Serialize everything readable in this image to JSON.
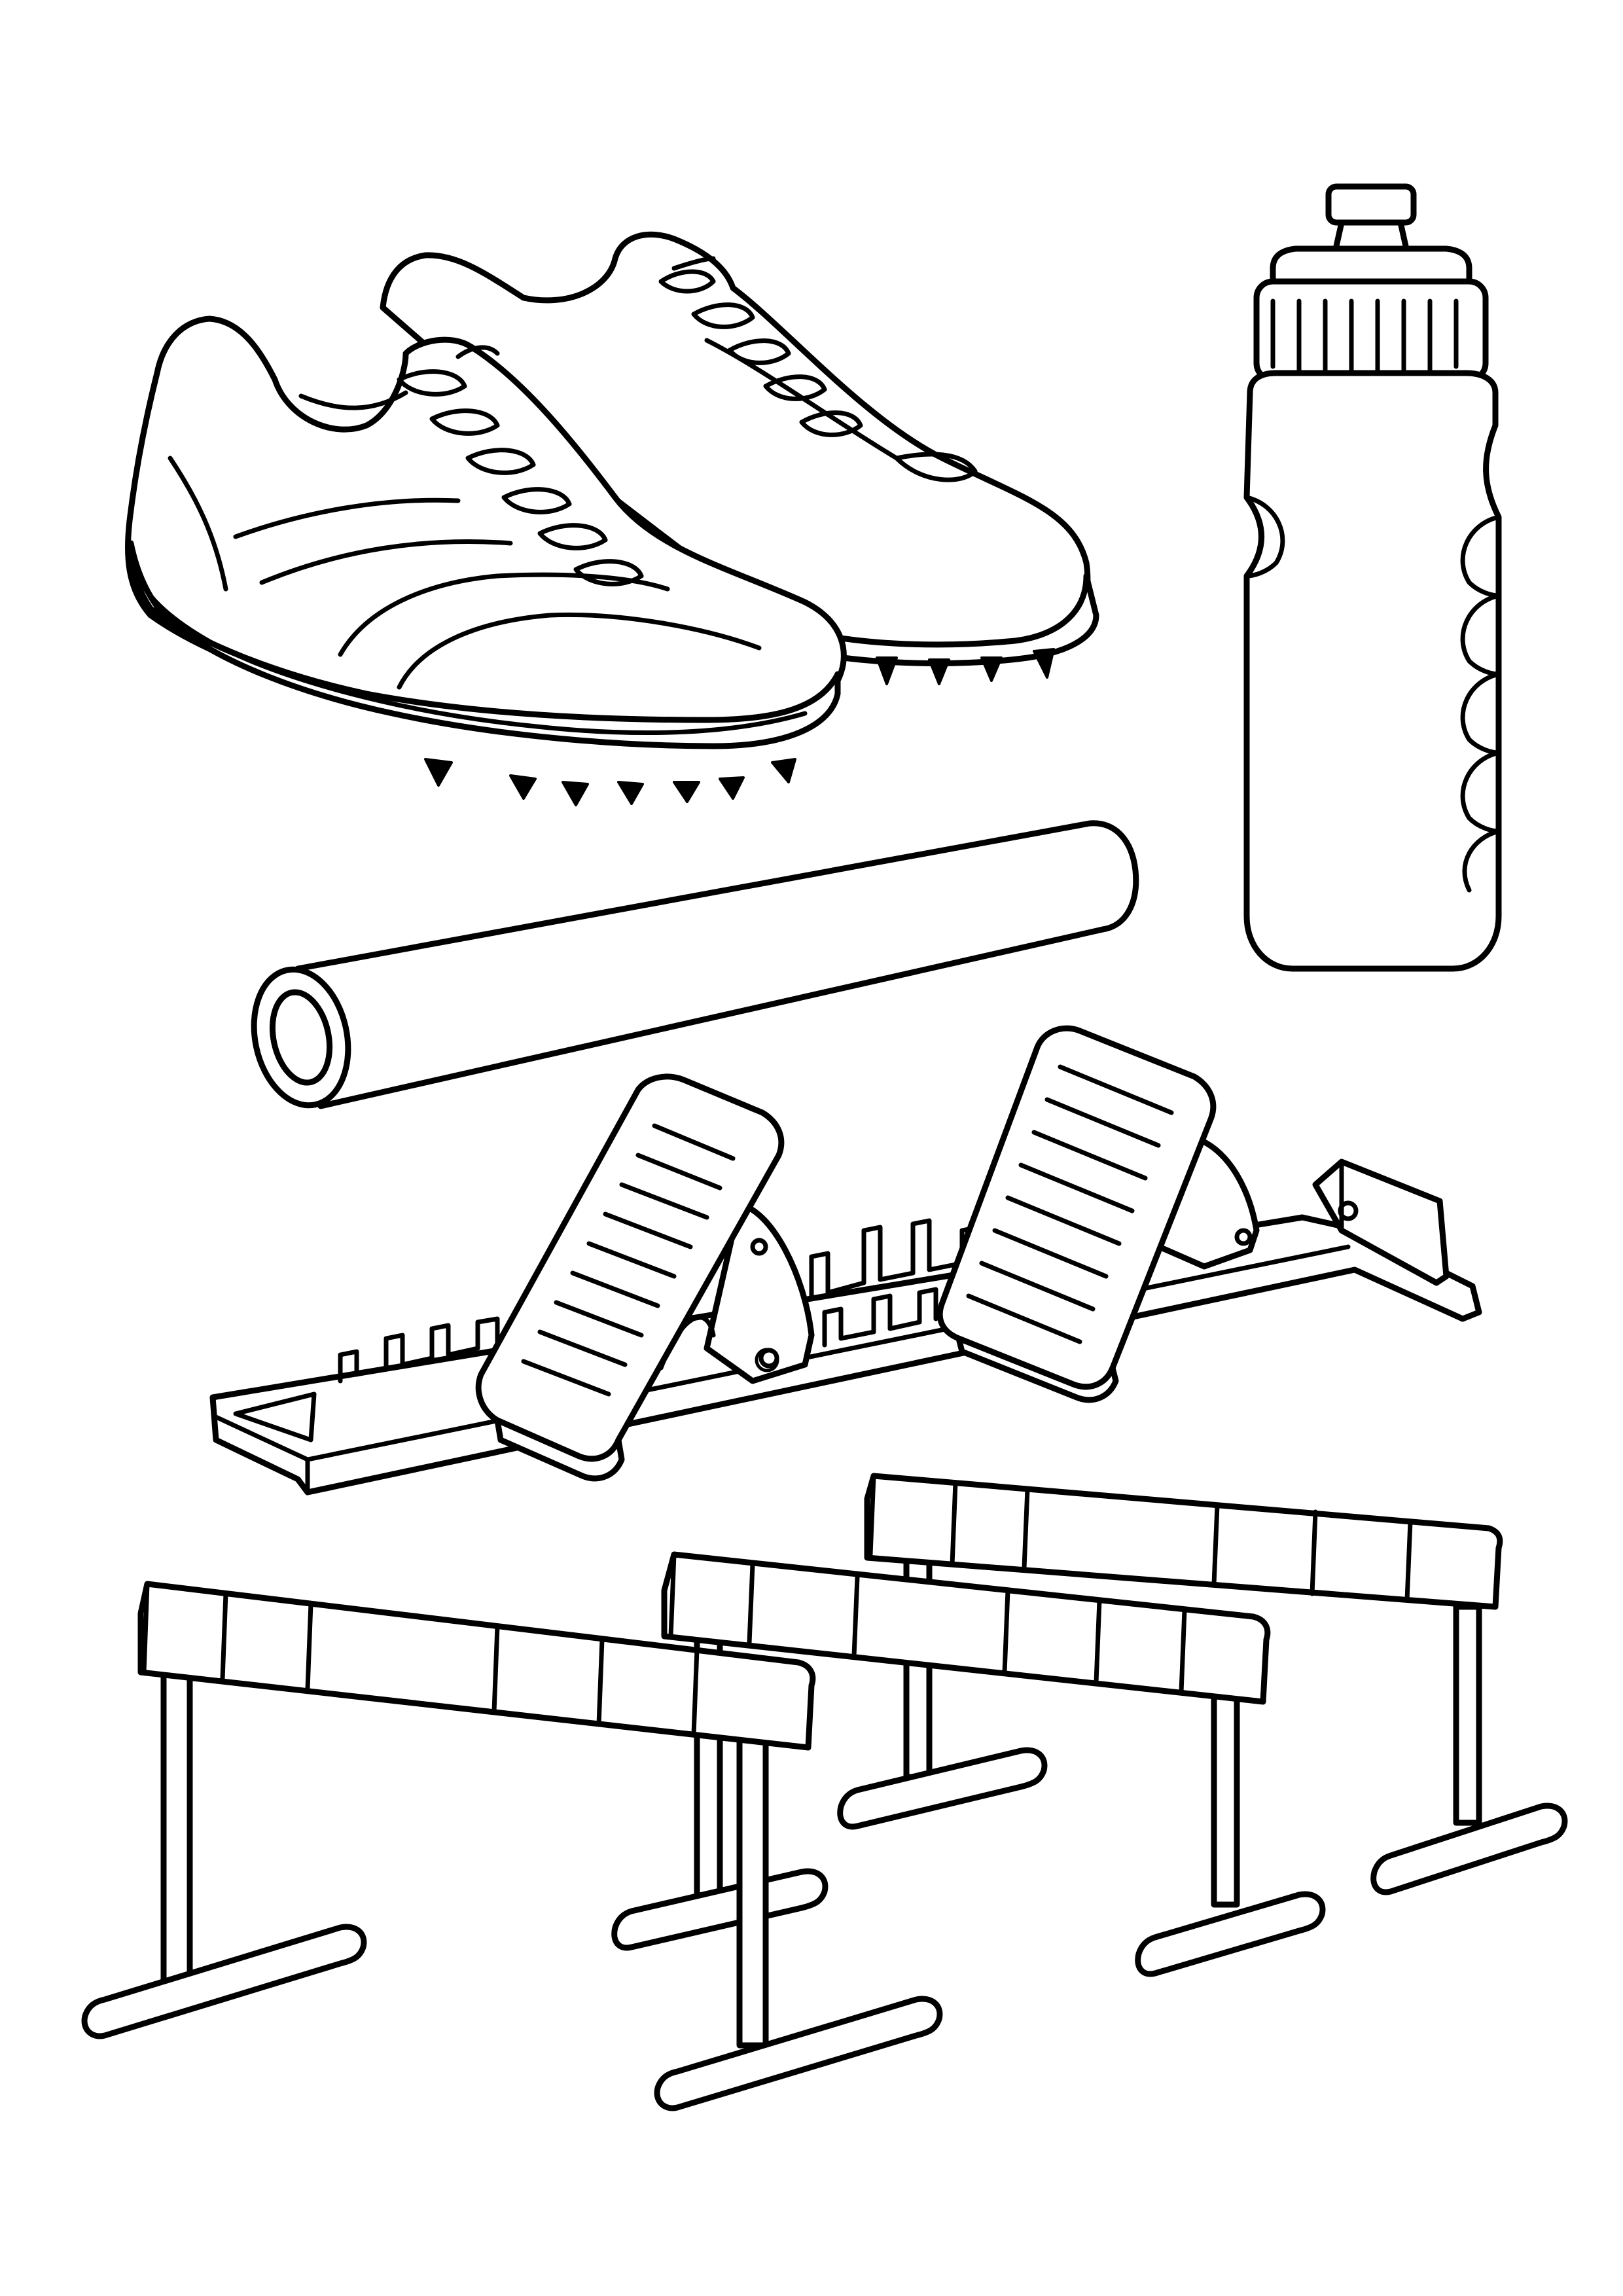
{
  "page": {
    "background": "#ffffff",
    "line_color": "#000000"
  },
  "items": [
    {
      "key": "spikes",
      "icon": "track-spikes-icon"
    },
    {
      "key": "bottle",
      "icon": "water-bottle-icon"
    },
    {
      "key": "baton",
      "icon": "relay-baton-icon"
    },
    {
      "key": "blocks",
      "icon": "starting-blocks-icon"
    },
    {
      "key": "hurdles",
      "icon": "hurdle-icon",
      "count": 3
    }
  ]
}
